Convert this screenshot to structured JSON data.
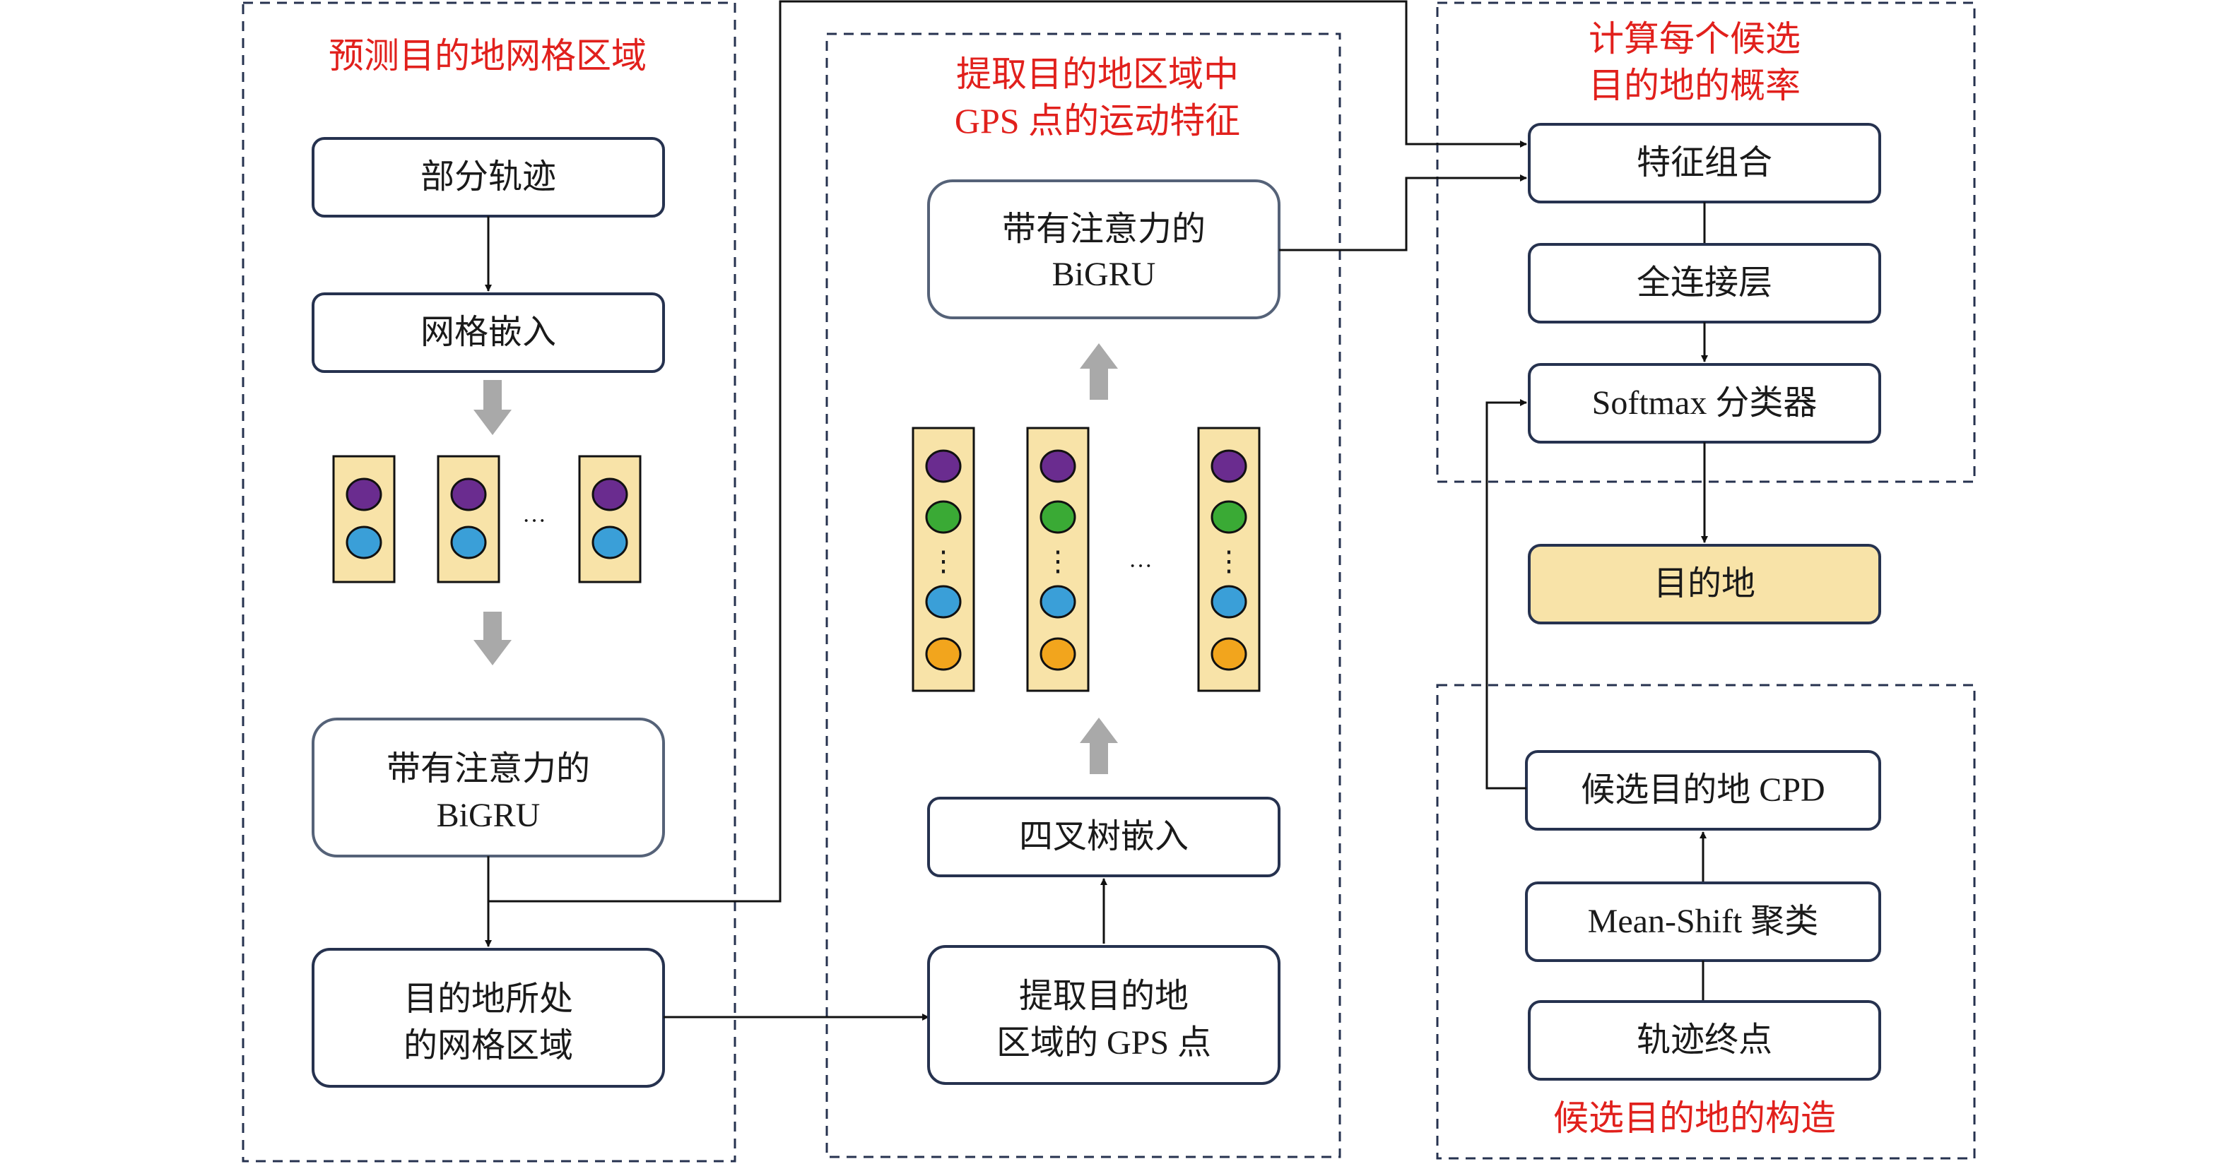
{
  "colors": {
    "title_red": "#e1201c",
    "dash_border": "#26324f",
    "box_border": "#26324f",
    "wide_box_border": "#556278",
    "box_fill": "#ffffff",
    "destination_fill": "#f8e3a8",
    "vector_fill": "#f8e3a8",
    "purple_dot": "#6a2c8f",
    "green_dot": "#3aaa35",
    "blue_dot": "#3a9fd8",
    "orange_dot": "#f2a51d",
    "gray_arrow": "#a9a9a9",
    "line": "#111111"
  },
  "panels": {
    "left": {
      "title": "预测目的地网格区域"
    },
    "middle": {
      "title_line1": "提取目的地区域中",
      "title_line2": "GPS 点的运动特征"
    },
    "right_top": {
      "title_line1": "计算每个候选",
      "title_line2": "目的地的概率"
    },
    "right_bottom": {
      "title": "候选目的地的构造"
    }
  },
  "left": {
    "partial_trajectory": "部分轨迹",
    "grid_embedding": "网格嵌入",
    "bigru_line1": "带有注意力的",
    "bigru_line2": "BiGRU",
    "dest_grid_line1": "目的地所处",
    "dest_grid_line2": "的网格区域",
    "ellipsis": "···",
    "vector_icon": "embedding-vector-icon"
  },
  "middle": {
    "bigru_line1": "带有注意力的",
    "bigru_line2": "BiGRU",
    "quadtree_embedding": "四叉树嵌入",
    "extract_line1": "提取目的地",
    "extract_line2": "区域的 GPS 点",
    "ellipsis": "···",
    "column_dots": "⋮",
    "vector_icon": "feature-vector-icon"
  },
  "right": {
    "feature_combination": "特征组合",
    "fully_connected": "全连接层",
    "softmax": "Softmax 分类器",
    "destination": "目的地",
    "candidate_cpd": "候选目的地 CPD",
    "mean_shift": "Mean-Shift 聚类",
    "trajectory_endpoints": "轨迹终点"
  }
}
